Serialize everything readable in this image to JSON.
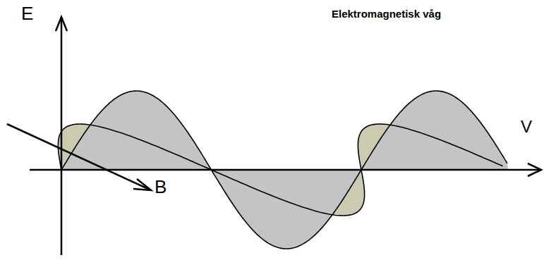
{
  "diagram": {
    "title": "Elektromagnetisk våg",
    "labels": [
      "E",
      "B",
      "V"
    ]
  }
}
